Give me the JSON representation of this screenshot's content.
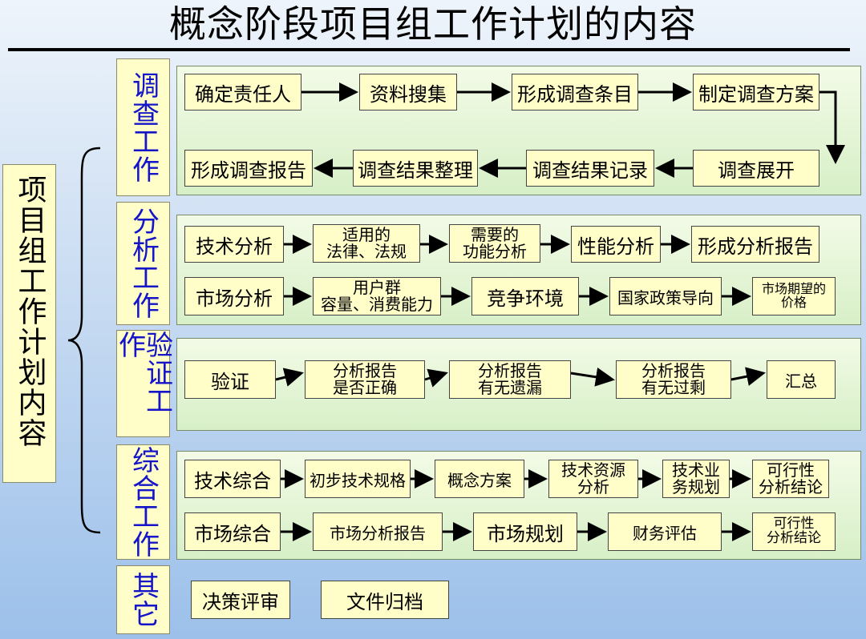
{
  "title": "概念阶段项目组工作计划的内容",
  "root": "项目组工作计划内容",
  "sections": {
    "survey": {
      "label": "调查工作",
      "steps": [
        "确定责任人",
        "资料搜集",
        "形成调查条目",
        "制定调查方案",
        "调查展开",
        "调查结果记录",
        "调查结果整理",
        "形成调查报告"
      ]
    },
    "analysis": {
      "label": "分析工作",
      "tech": [
        "技术分析",
        [
          "适用的",
          "法律、法规"
        ],
        [
          "需要的",
          "功能分析"
        ],
        "性能分析",
        "形成分析报告"
      ],
      "market": [
        "市场分析",
        [
          "用户群",
          "容量、消费能力"
        ],
        "竞争环境",
        "国家政策导向",
        [
          "市场期望的",
          "价格"
        ]
      ]
    },
    "verify": {
      "label": "验证工作",
      "steps": [
        "验证",
        [
          "分析报告",
          "是否正确"
        ],
        [
          "分析报告",
          "有无遗漏"
        ],
        [
          "分析报告",
          "有无过剩"
        ],
        "汇总"
      ]
    },
    "synth": {
      "label": "综合工作",
      "tech": [
        "技术综合",
        "初步技术规格",
        "概念方案",
        [
          "技术资源",
          "分析"
        ],
        [
          "技术业",
          "务规划"
        ],
        [
          "可行性",
          "分析结论"
        ]
      ],
      "market": [
        "市场综合",
        "市场分析报告",
        "市场规划",
        "财务评估",
        [
          "可行性",
          "分析结论"
        ]
      ]
    },
    "other": {
      "label": "其它",
      "items": [
        "决策评审",
        "文件归档"
      ]
    }
  }
}
